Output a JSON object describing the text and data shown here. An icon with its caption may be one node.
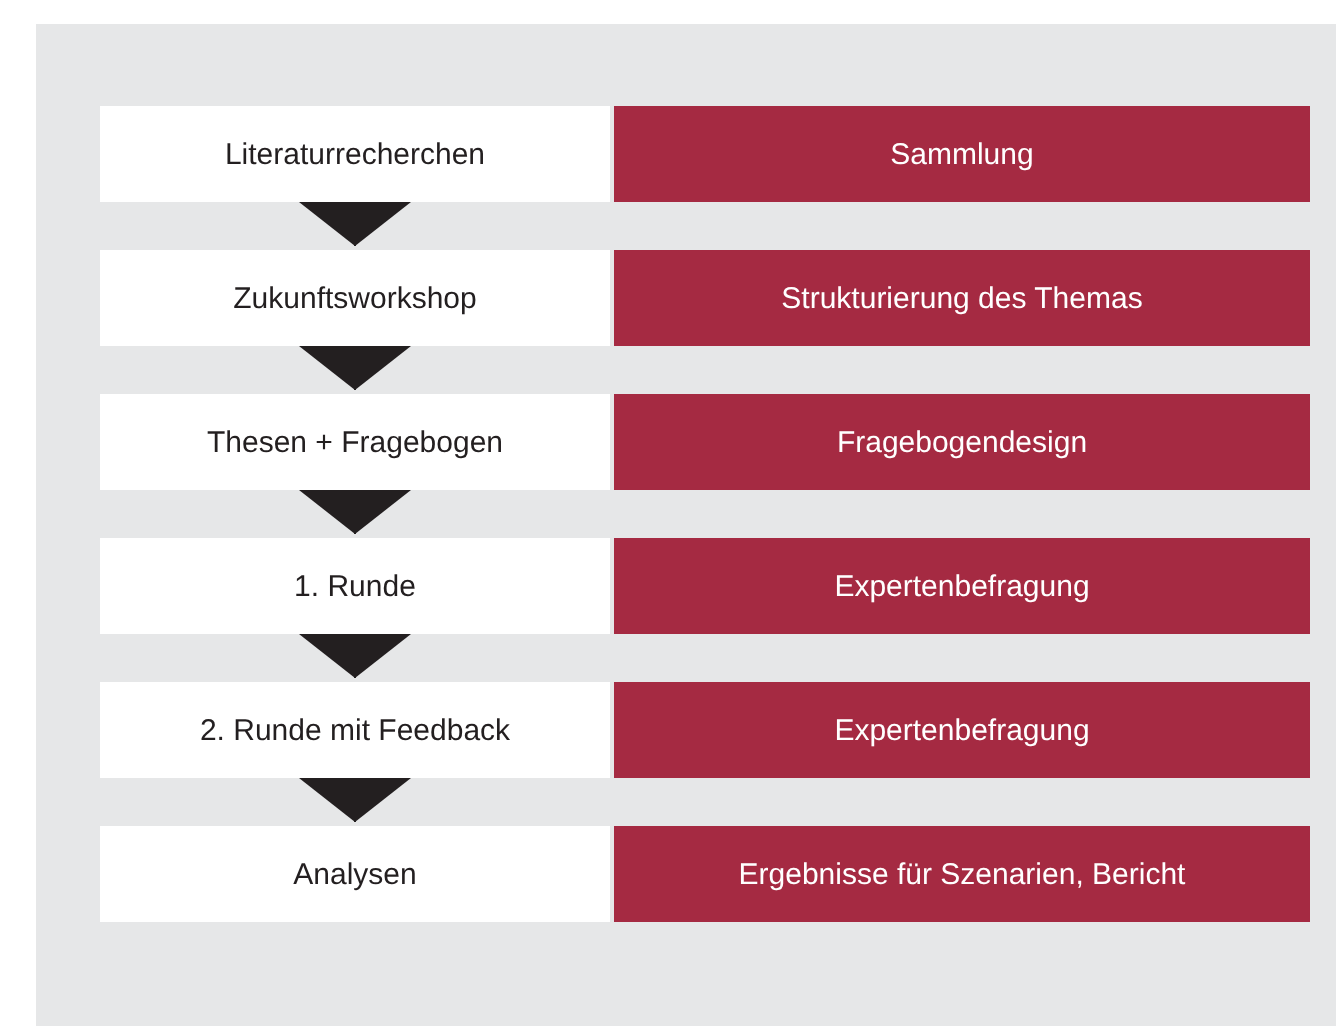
{
  "diagram": {
    "nodes": [
      {
        "text": [
          "Literaturrecherchen"
        ]
      },
      {
        "text": [
          "Sammlung"
        ]
      },
      {
        "text": [
          "Zukunftsworkshop"
        ]
      },
      {
        "text": [
          "Strukturierung des Themas"
        ]
      },
      {
        "text": [
          "Thesen + Fragebogen"
        ]
      },
      {
        "text": [
          "Fragebogendesign"
        ]
      },
      {
        "text": [
          "1. Runde"
        ]
      },
      {
        "text": [
          "Expertenbefragung"
        ]
      },
      {
        "text": [
          "2. Runde mit Feedback"
        ]
      },
      {
        "text": [
          "Expertenbefragung"
        ]
      },
      {
        "text": [
          "Analysen"
        ]
      },
      {
        "text": [
          "Ergebnisse für Szenarien, Bericht"
        ]
      }
    ],
    "edges": [
      {
        "from": 0,
        "to": 2,
        "arrow": "to"
      },
      {
        "from": 2,
        "to": 4,
        "arrow": "to"
      },
      {
        "from": 4,
        "to": 6,
        "arrow": "to"
      },
      {
        "from": 6,
        "to": 8,
        "arrow": "to"
      },
      {
        "from": 8,
        "to": 10,
        "arrow": "to"
      }
    ]
  }
}
